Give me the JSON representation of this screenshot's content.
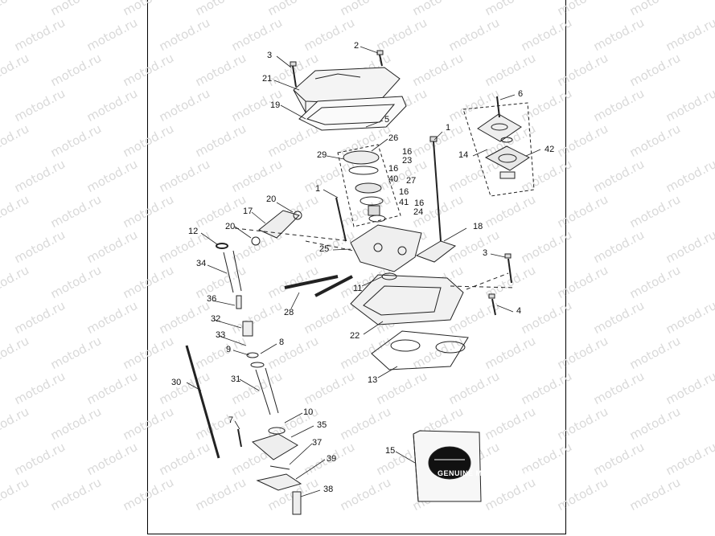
{
  "watermark": "motod.ru",
  "kit_logo": "GENUINE MOTOR PARTS",
  "callouts": [
    {
      "id": "c1a",
      "text": "1"
    },
    {
      "id": "c1b",
      "text": "1"
    },
    {
      "id": "c2",
      "text": "2"
    },
    {
      "id": "c3a",
      "text": "3"
    },
    {
      "id": "c3b",
      "text": "3"
    },
    {
      "id": "c4",
      "text": "4"
    },
    {
      "id": "c5",
      "text": "5"
    },
    {
      "id": "c6",
      "text": "6"
    },
    {
      "id": "c7",
      "text": "7"
    },
    {
      "id": "c8",
      "text": "8"
    },
    {
      "id": "c9",
      "text": "9"
    },
    {
      "id": "c10",
      "text": "10"
    },
    {
      "id": "c11",
      "text": "11"
    },
    {
      "id": "c12",
      "text": "12"
    },
    {
      "id": "c13",
      "text": "13"
    },
    {
      "id": "c14",
      "text": "14"
    },
    {
      "id": "c15",
      "text": "15"
    },
    {
      "id": "c16a",
      "text": "16"
    },
    {
      "id": "c16b",
      "text": "16"
    },
    {
      "id": "c16c",
      "text": "16"
    },
    {
      "id": "c16d",
      "text": "16"
    },
    {
      "id": "c17",
      "text": "17"
    },
    {
      "id": "c18",
      "text": "18"
    },
    {
      "id": "c19",
      "text": "19"
    },
    {
      "id": "c20a",
      "text": "20"
    },
    {
      "id": "c20b",
      "text": "20"
    },
    {
      "id": "c21",
      "text": "21"
    },
    {
      "id": "c22",
      "text": "22"
    },
    {
      "id": "c23",
      "text": "23"
    },
    {
      "id": "c24",
      "text": "24"
    },
    {
      "id": "c25",
      "text": "25"
    },
    {
      "id": "c26",
      "text": "26"
    },
    {
      "id": "c27",
      "text": "27"
    },
    {
      "id": "c28",
      "text": "28"
    },
    {
      "id": "c29",
      "text": "29"
    },
    {
      "id": "c30",
      "text": "30"
    },
    {
      "id": "c31",
      "text": "31"
    },
    {
      "id": "c32",
      "text": "32"
    },
    {
      "id": "c33",
      "text": "33"
    },
    {
      "id": "c34",
      "text": "34"
    },
    {
      "id": "c35",
      "text": "35"
    },
    {
      "id": "c36",
      "text": "36"
    },
    {
      "id": "c37",
      "text": "37"
    },
    {
      "id": "c38",
      "text": "38"
    },
    {
      "id": "c39",
      "text": "39"
    },
    {
      "id": "c40",
      "text": "40"
    },
    {
      "id": "c41",
      "text": "41"
    },
    {
      "id": "c42",
      "text": "42"
    }
  ]
}
